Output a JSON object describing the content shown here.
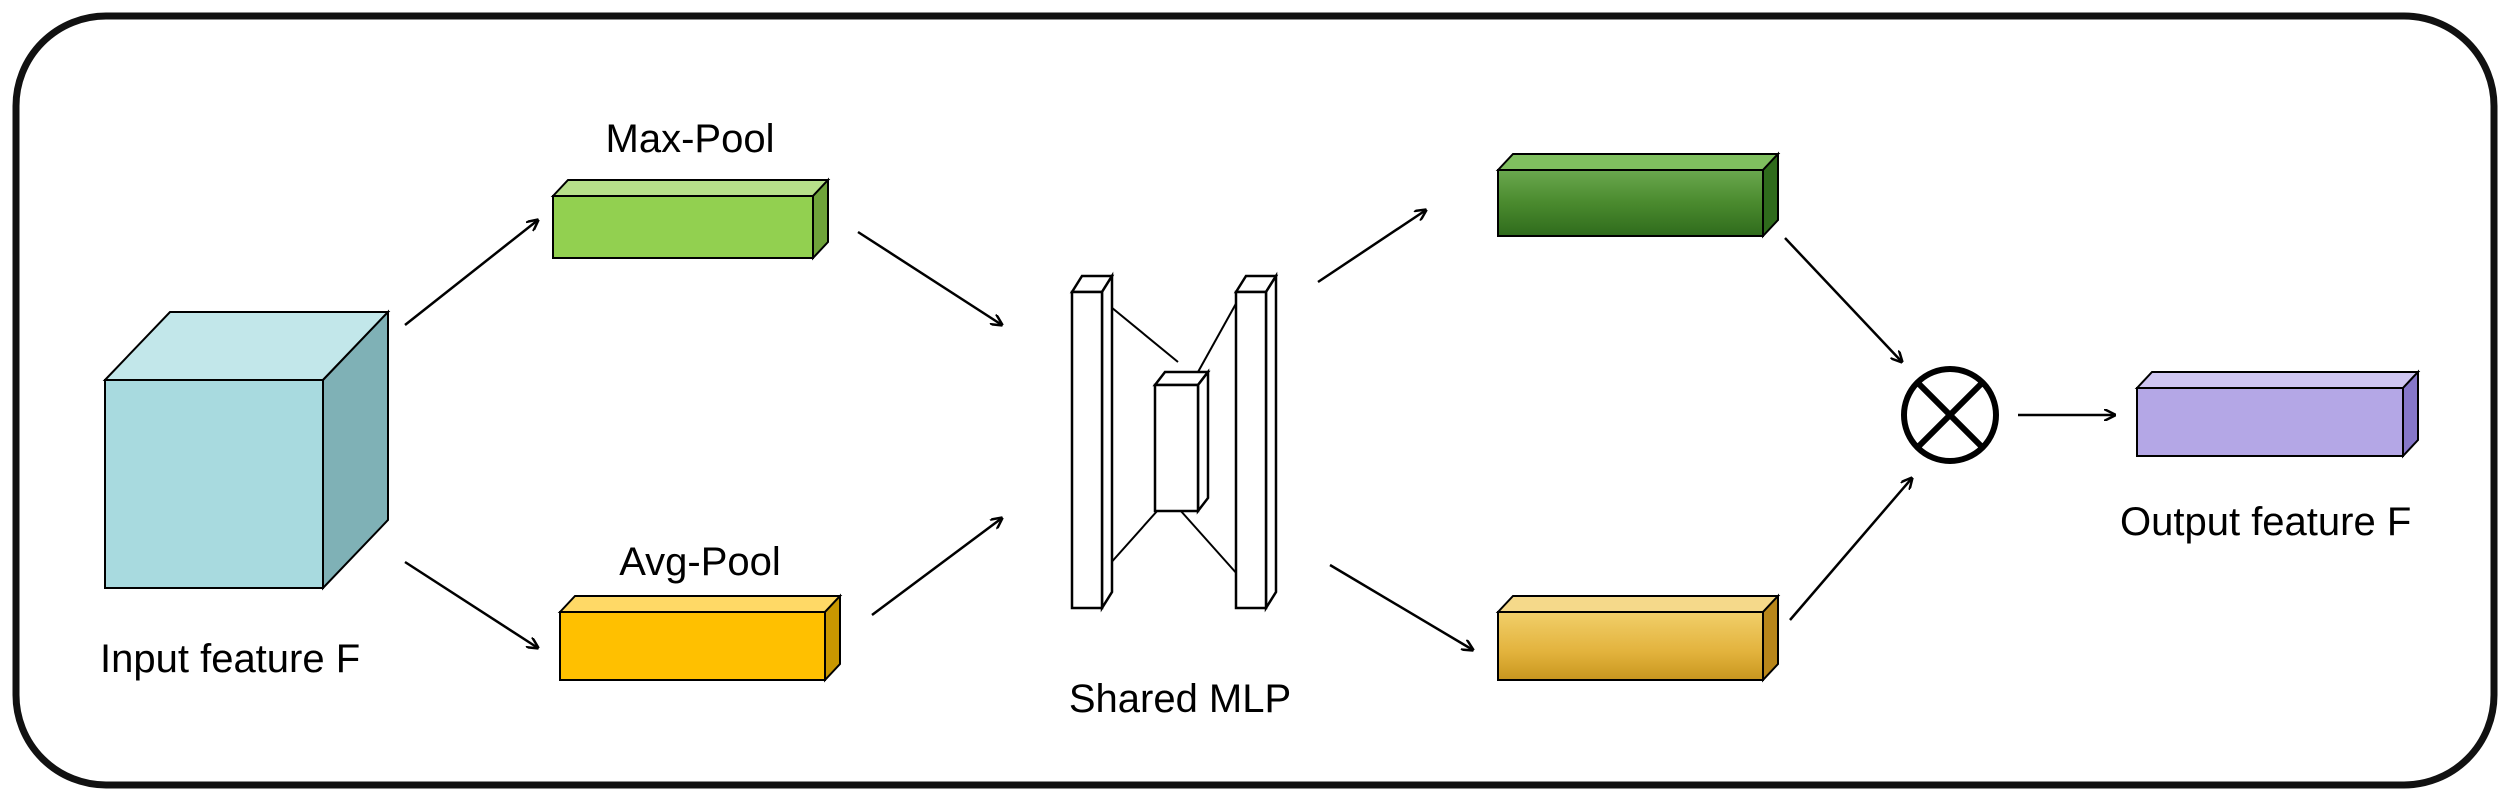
{
  "labels": {
    "max_pool": "Max-Pool",
    "avg_pool": "Avg-Pool",
    "input_feature": "Input feature F",
    "shared_mlp": "Shared MLP",
    "output_feature": "Output feature F"
  },
  "colors": {
    "frame": "#111111",
    "input_cube_front": "#a8dadf",
    "input_cube_top": "#c2e7ea",
    "input_cube_side": "#7fb1b6",
    "max_pool_bar": "#92d050",
    "avg_pool_bar": "#ffc000",
    "mlp_max_output_bar": "#4a8a2e",
    "mlp_avg_output_bar": "#e2b23c",
    "output_bar": "#b4a7e6"
  },
  "icons": {
    "multiply": "circled-times-icon"
  }
}
